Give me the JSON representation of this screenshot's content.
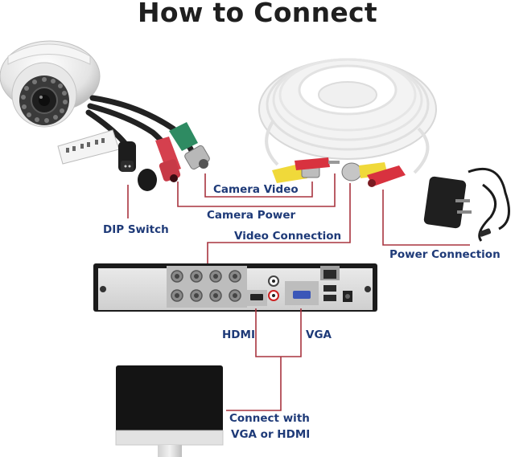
{
  "title": "How to Connect",
  "colors": {
    "label_text": "#1e3a78",
    "connector_line": "#a8343f",
    "title_text": "#1f1f1f"
  },
  "components": {
    "camera": "Dome security camera",
    "cable": "Coiled white BNC video/power cable",
    "adapter": "Power adapter",
    "dvr": "8-channel DVR (rear panel)",
    "monitor": "Monitor"
  },
  "labels": {
    "camera_video": "Camera Video",
    "camera_power": "Camera Power",
    "dip_switch": "DIP Switch",
    "video_connection": "Video Connection",
    "power_connection": "Power Connection",
    "hdmi": "HDMI",
    "vga": "VGA",
    "connect_line1": "Connect with",
    "connect_line2": "VGA or HDMI"
  }
}
